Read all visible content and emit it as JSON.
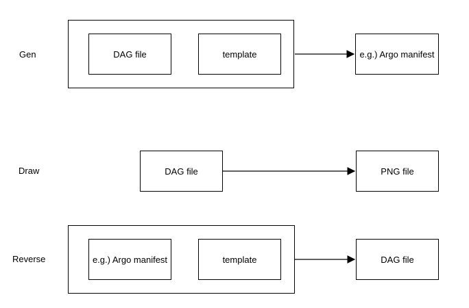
{
  "canvas": {
    "background": "#ffffff",
    "stroke_color": "#000000",
    "text_color": "#000000"
  },
  "rows": [
    {
      "label": "Gen",
      "inputs": [
        "DAG file",
        "template"
      ],
      "output": "e.g.) Argo manifest"
    },
    {
      "label": "Draw",
      "inputs": [
        "DAG file"
      ],
      "output": "PNG file"
    },
    {
      "label": "Reverse",
      "inputs": [
        "e.g.) Argo manifest",
        "template"
      ],
      "output": "DAG file"
    }
  ]
}
